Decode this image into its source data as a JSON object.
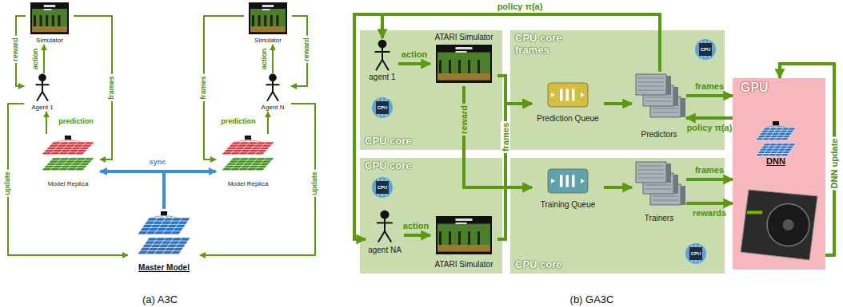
{
  "diagram": {
    "nodes": [
      {
        "text": [
          "Simulator"
        ]
      },
      {
        "text": [
          "Agent 1"
        ]
      },
      {
        "text": [
          "Model Replica"
        ]
      },
      {
        "text": [
          "Master Model"
        ]
      },
      {
        "text": [
          "Model Replica"
        ]
      },
      {
        "text": [
          "Agent N"
        ]
      },
      {
        "text": [
          "Simulator"
        ]
      },
      {
        "text": [
          "CPU core"
        ]
      },
      {
        "text": [
          "agent 1"
        ],
        "in": 7
      },
      {
        "text": [
          "ATARI Simulator"
        ],
        "in": 7
      },
      {
        "text": [
          "CPU core"
        ]
      },
      {
        "text": [
          "agent NA"
        ],
        "in": 10
      },
      {
        "text": [
          "ATARI Simulator"
        ],
        "in": 10
      },
      {
        "text": [
          "CPU core",
          "frames"
        ]
      },
      {
        "text": [
          "Prediction Queue"
        ],
        "in": 13
      },
      {
        "text": [
          "Predictors"
        ],
        "in": 13
      },
      {
        "text": [
          "CPU core"
        ]
      },
      {
        "text": [
          "Training Queue"
        ],
        "in": 16
      },
      {
        "text": [
          "Trainers"
        ],
        "in": 16
      },
      {
        "text": [
          "GPU"
        ]
      },
      {
        "text": [
          "DNN"
        ],
        "in": 19
      }
    ],
    "edges": [
      {
        "from": 1,
        "to": 0,
        "arrow": "to",
        "label": "action"
      },
      {
        "from": 0,
        "to": 1,
        "arrow": "to",
        "label": "reward"
      },
      {
        "from": 0,
        "to": 2,
        "arrow": "to",
        "label": "frames"
      },
      {
        "from": 2,
        "to": 1,
        "arrow": "to",
        "label": "prediction"
      },
      {
        "from": 1,
        "to": 3,
        "arrow": "to",
        "label": "update"
      },
      {
        "from": 2,
        "to": 4,
        "arrow": "both",
        "label": "sync"
      },
      {
        "from": 3,
        "to": 2,
        "arrow": "none"
      },
      {
        "from": 5,
        "to": 6,
        "arrow": "to",
        "label": "action"
      },
      {
        "from": 6,
        "to": 5,
        "arrow": "to",
        "label": "reward"
      },
      {
        "from": 6,
        "to": 4,
        "arrow": "to",
        "label": "frames"
      },
      {
        "from": 4,
        "to": 5,
        "arrow": "to",
        "label": "prediction"
      },
      {
        "from": 5,
        "to": 3,
        "arrow": "to",
        "label": "update"
      },
      {
        "from": 8,
        "to": 9,
        "arrow": "to",
        "label": "action"
      },
      {
        "from": 9,
        "to": 14,
        "arrow": "to"
      },
      {
        "from": 12,
        "to": 14,
        "arrow": "to",
        "label": "frames"
      },
      {
        "from": 9,
        "to": 17,
        "arrow": "to",
        "label": "reward"
      },
      {
        "from": 12,
        "to": 17,
        "arrow": "to"
      },
      {
        "from": 11,
        "to": 12,
        "arrow": "to",
        "label": "action"
      },
      {
        "from": 14,
        "to": 15,
        "arrow": "to"
      },
      {
        "from": 15,
        "to": 19,
        "arrow": "to",
        "label": "frames"
      },
      {
        "from": 19,
        "to": 15,
        "arrow": "to",
        "label": "policy π(a)"
      },
      {
        "from": 15,
        "to": 8,
        "arrow": "to",
        "label": "policy π(a)"
      },
      {
        "from": 15,
        "to": 11,
        "arrow": "to"
      },
      {
        "from": 17,
        "to": 18,
        "arrow": "to"
      },
      {
        "from": 18,
        "to": 19,
        "arrow": "to",
        "label": "frames"
      },
      {
        "from": 18,
        "to": 19,
        "arrow": "to",
        "label": "rewards"
      },
      {
        "from": 19,
        "to": 19,
        "arrow": "to",
        "label": "DNN update"
      }
    ],
    "labels": [
      "(a) A3C",
      "(b) GA3C",
      "CPU",
      "CPU",
      "CPU",
      "CPU"
    ]
  }
}
